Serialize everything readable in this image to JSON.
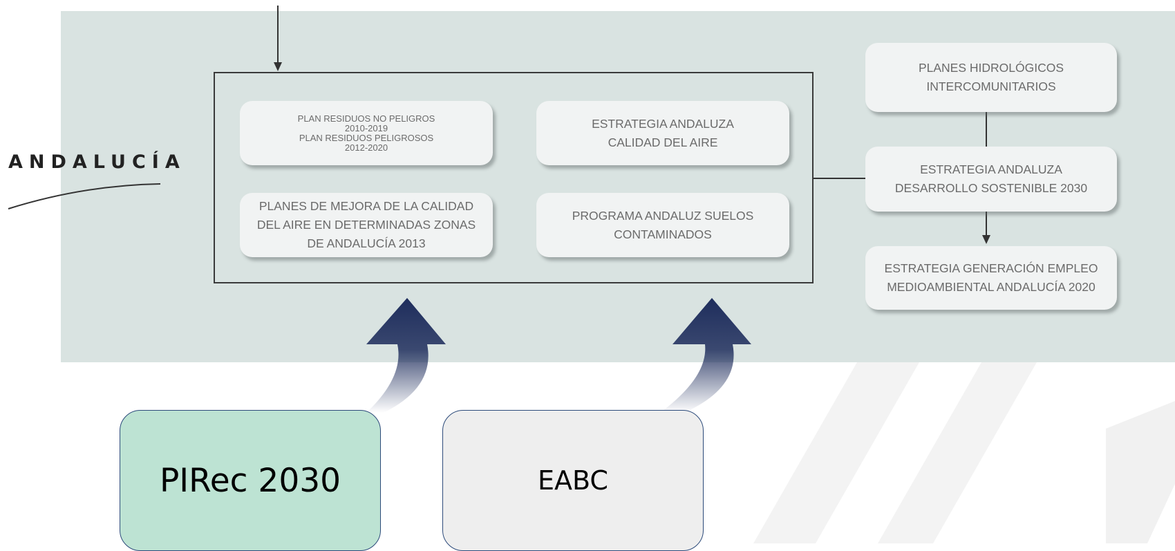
{
  "brand": {
    "text": "ANDALUCÍA"
  },
  "inner_boxes": {
    "plan_residuos": [
      "PLAN RESIDUOS NO PELIGROS",
      "2010-2019",
      "PLAN RESIDUOS PELIGROSOS",
      "2012-2020"
    ],
    "estrategia_aire": [
      "ESTRATEGIA ANDALUZA",
      "CALIDAD DEL AIRE"
    ],
    "planes_mejora": [
      "PLANES DE MEJORA DE LA CALIDAD",
      "DEL AIRE EN DETERMINADAS ZONAS",
      "DE ANDALUCÍA 2013"
    ],
    "programa_suelos": [
      "PROGRAMA ANDALUZ SUELOS",
      "CONTAMINADOS"
    ]
  },
  "side_boxes": {
    "planes_hidrologicos": [
      "PLANES HIDROLÓGICOS",
      "INTERCOMUNITARIOS"
    ],
    "desarrollo_sostenible": [
      "ESTRATEGIA ANDALUZA",
      "DESARROLLO SOSTENIBLE 2030"
    ],
    "generacion_empleo": [
      "ESTRATEGIA GENERACIÓN EMPLEO",
      "MEDIOAMBIENTAL ANDALUCÍA 2020"
    ]
  },
  "bottom_boxes": {
    "pirec": "PIRec 2030",
    "eabc": "EABC"
  },
  "colors": {
    "panel": "#d9e3e1",
    "box": "#f1f3f3",
    "pirec": "#bde3d3",
    "eabc": "#eeeeee",
    "arrow": "#1e2d5c"
  }
}
